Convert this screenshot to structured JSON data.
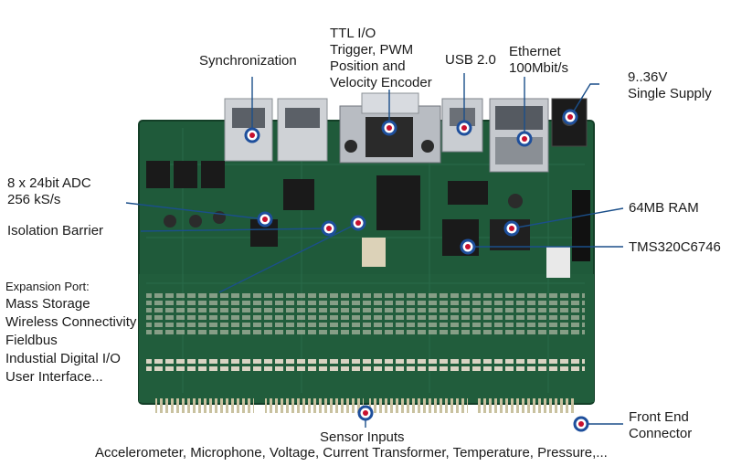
{
  "labels": {
    "synchronization": "Synchronization",
    "ttl_io": "TTL I/O\nTrigger, PWM\nPosition and\nVelocity Encoder",
    "usb": "USB 2.0",
    "ethernet": "Ethernet\n100Mbit/s",
    "supply": "9..36V\nSingle Supply",
    "adc": "8 x 24bit ADC\n256 kS/s",
    "isolation": "Isolation Barrier",
    "ram": "64MB RAM",
    "dsp": "TMS320C6746",
    "expansion_title": "Expansion Port:",
    "expansion_items": [
      "Mass Storage",
      "Wireless Connectivity",
      "Fieldbus",
      "Industial Digital I/O",
      "User Interface..."
    ],
    "front_end": "Front End\nConnector",
    "sensor_title": "Sensor Inputs",
    "sensor_list": "Accelerometer, Microphone, Voltage, Current Transformer, Temperature, Pressure,..."
  },
  "colors": {
    "pcb": "#1f5a3a",
    "pcb_dark": "#143f28",
    "leader": "#1b4f8a",
    "marker_ring": "#1e4f9c",
    "marker_center": "#c8102e"
  }
}
